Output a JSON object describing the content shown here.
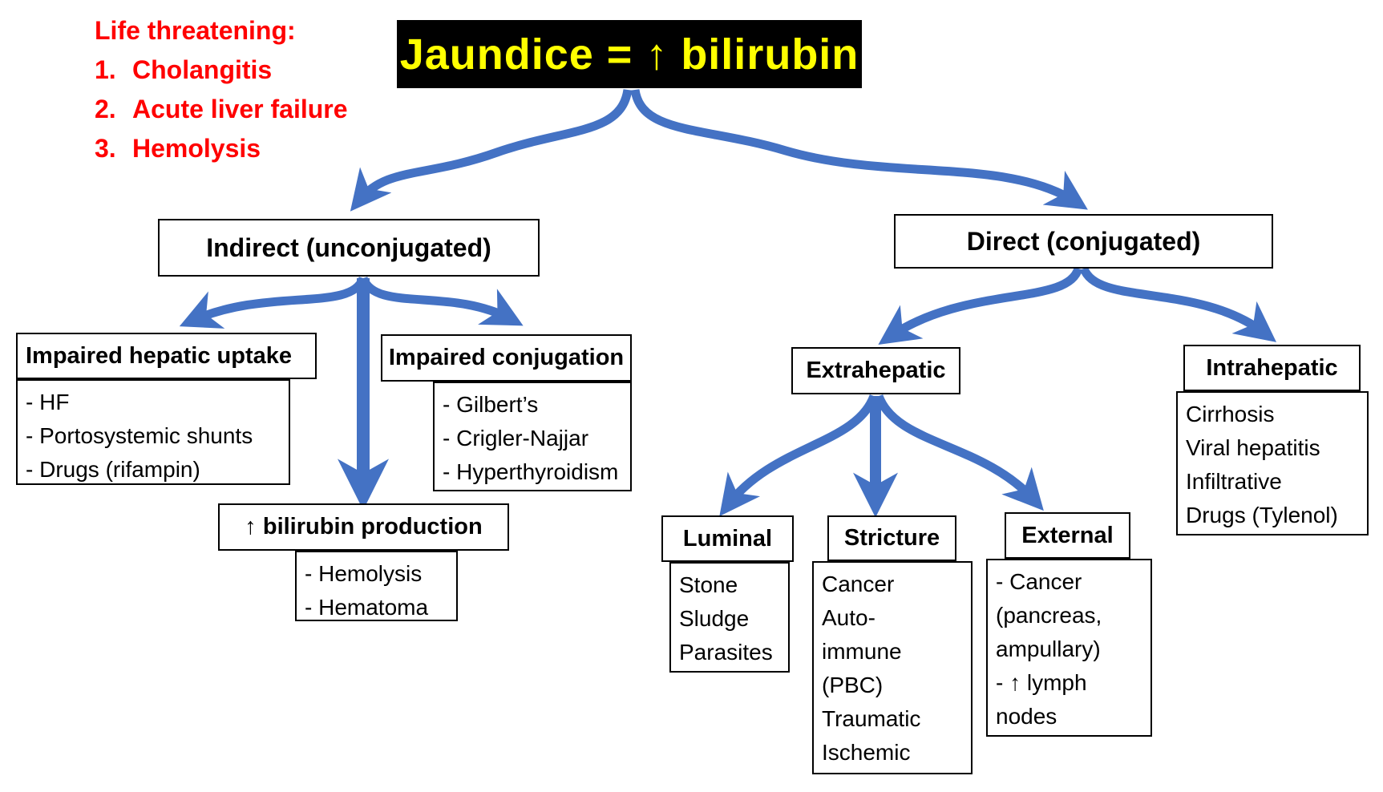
{
  "colors": {
    "arrow_blue": "#4472C4",
    "alert_red": "#FF0000",
    "title_bg": "#000000",
    "title_text": "#FFFF00",
    "box_border": "#000000"
  },
  "alert": {
    "heading": "Life threatening:",
    "items": [
      {
        "num": "1.",
        "text": "Cholangitis"
      },
      {
        "num": "2.",
        "text": "Acute liver failure"
      },
      {
        "num": "3.",
        "text": "Hemolysis"
      }
    ]
  },
  "title": {
    "text": "Jaundice = ↑ bilirubin"
  },
  "nodes": {
    "indirect": {
      "label": "Indirect (unconjugated)"
    },
    "direct": {
      "label": "Direct (conjugated)"
    },
    "uptake": {
      "title": "Impaired hepatic uptake",
      "lines": [
        "- HF",
        "- Portosystemic shunts",
        "- Drugs (rifampin)"
      ]
    },
    "conjugation": {
      "title": "Impaired conjugation",
      "lines": [
        "- Gilbert’s",
        "- Crigler-Najjar",
        "- Hyperthyroidism"
      ]
    },
    "production": {
      "title": "↑ bilirubin production",
      "lines": [
        "- Hemolysis",
        "- Hematoma"
      ]
    },
    "extrahepatic": {
      "title": "Extrahepatic"
    },
    "intrahepatic": {
      "title": "Intrahepatic",
      "lines": [
        "Cirrhosis",
        "Viral hepatitis",
        "Infiltrative",
        "Drugs (Tylenol)"
      ]
    },
    "luminal": {
      "title": "Luminal",
      "lines": [
        "Stone",
        "Sludge",
        "Parasites"
      ]
    },
    "stricture": {
      "title": "Stricture",
      "lines": [
        "Cancer",
        "Auto-",
        "immune",
        "(PBC)",
        "Traumatic",
        "Ischemic"
      ]
    },
    "external": {
      "title": "External",
      "lines": [
        "- Cancer",
        "(pancreas,",
        "ampullary)",
        "- ↑ lymph",
        "nodes"
      ]
    }
  }
}
